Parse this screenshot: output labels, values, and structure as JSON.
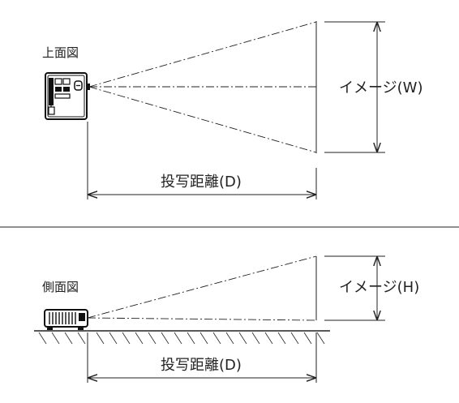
{
  "top_view": {
    "title": "上面図",
    "image_label": "イメージ(W)",
    "distance_label": "投写距離(D)"
  },
  "side_view": {
    "title": "側面図",
    "image_label": "イメージ(H)",
    "distance_label": "投写距離(D)"
  }
}
